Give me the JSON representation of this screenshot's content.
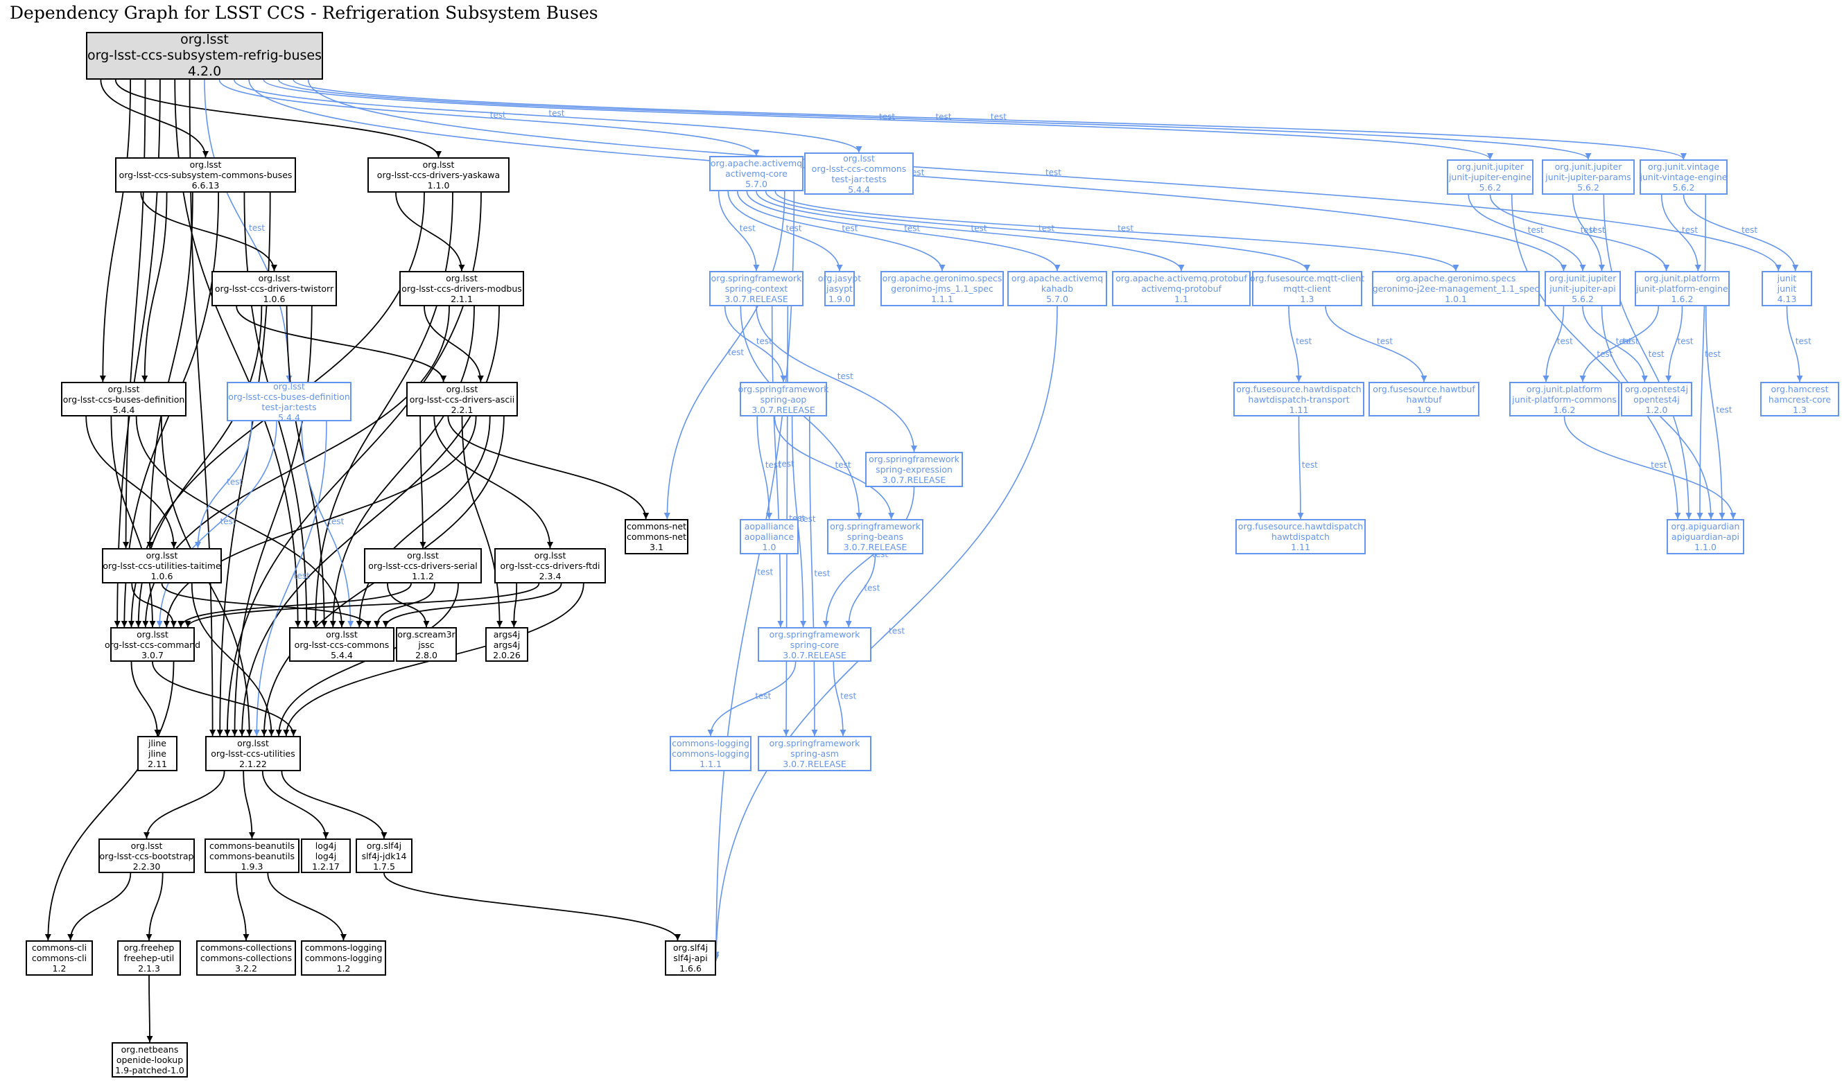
{
  "title": "Dependency Graph for LSST CCS - Refrigeration Subsystem Buses",
  "colors": {
    "compile": "#000000",
    "test": "#6495ed",
    "root_fill": "#dcdcdc"
  },
  "edge_label_test": "test",
  "nodes": [
    {
      "id": "root",
      "group": "org.lsst",
      "artifact": "org-lsst-ccs-subsystem-refrig-buses",
      "version": "4.2.0",
      "scope": "root"
    },
    {
      "id": "commons-buses",
      "group": "org.lsst",
      "artifact": "org-lsst-ccs-subsystem-commons-buses",
      "version": "6.6.13",
      "scope": "compile"
    },
    {
      "id": "yaskawa",
      "group": "org.lsst",
      "artifact": "org-lsst-ccs-drivers-yaskawa",
      "version": "1.1.0",
      "scope": "compile"
    },
    {
      "id": "twistorr",
      "group": "org.lsst",
      "artifact": "org-lsst-ccs-drivers-twistorr",
      "version": "1.0.6",
      "scope": "compile"
    },
    {
      "id": "modbus",
      "group": "org.lsst",
      "artifact": "org-lsst-ccs-drivers-modbus",
      "version": "2.1.1",
      "scope": "compile"
    },
    {
      "id": "buses-def",
      "group": "org.lsst",
      "artifact": "org-lsst-ccs-buses-definition",
      "version": "5.4.4",
      "scope": "compile"
    },
    {
      "id": "buses-def-test",
      "group": "org.lsst",
      "artifact": "org-lsst-ccs-buses-definition",
      "classifier": "test-jar:tests",
      "version": "5.4.4",
      "scope": "test"
    },
    {
      "id": "ascii",
      "group": "org.lsst",
      "artifact": "org-lsst-ccs-drivers-ascii",
      "version": "2.2.1",
      "scope": "compile"
    },
    {
      "id": "taitime",
      "group": "org.lsst",
      "artifact": "org-lsst-ccs-utilities-taitime",
      "version": "1.0.6",
      "scope": "compile"
    },
    {
      "id": "serial",
      "group": "org.lsst",
      "artifact": "org-lsst-ccs-drivers-serial",
      "version": "1.1.2",
      "scope": "compile"
    },
    {
      "id": "ftdi",
      "group": "org.lsst",
      "artifact": "org-lsst-ccs-drivers-ftdi",
      "version": "2.3.4",
      "scope": "compile"
    },
    {
      "id": "commons-net",
      "group": "commons-net",
      "artifact": "commons-net",
      "version": "3.1",
      "scope": "compile"
    },
    {
      "id": "command",
      "group": "org.lsst",
      "artifact": "org-lsst-ccs-command",
      "version": "3.0.7",
      "scope": "compile"
    },
    {
      "id": "ccs-commons",
      "group": "org.lsst",
      "artifact": "org-lsst-ccs-commons",
      "version": "5.4.4",
      "scope": "compile"
    },
    {
      "id": "jssc",
      "group": "org.scream3r",
      "artifact": "jssc",
      "version": "2.8.0",
      "scope": "compile"
    },
    {
      "id": "args4j",
      "group": "args4j",
      "artifact": "args4j",
      "version": "2.0.26",
      "scope": "compile"
    },
    {
      "id": "jline",
      "group": "jline",
      "artifact": "jline",
      "version": "2.11",
      "scope": "compile"
    },
    {
      "id": "utilities",
      "group": "org.lsst",
      "artifact": "org-lsst-ccs-utilities",
      "version": "2.1.22",
      "scope": "compile"
    },
    {
      "id": "bootstrap",
      "group": "org.lsst",
      "artifact": "org-lsst-ccs-bootstrap",
      "version": "2.2.30",
      "scope": "compile"
    },
    {
      "id": "beanutils",
      "group": "commons-beanutils",
      "artifact": "commons-beanutils",
      "version": "1.9.3",
      "scope": "compile"
    },
    {
      "id": "log4j",
      "group": "log4j",
      "artifact": "log4j",
      "version": "1.2.17",
      "scope": "compile"
    },
    {
      "id": "jdk14",
      "group": "org.slf4j",
      "artifact": "slf4j-jdk14",
      "version": "1.7.5",
      "scope": "compile"
    },
    {
      "id": "commons-cli",
      "group": "commons-cli",
      "artifact": "commons-cli",
      "version": "1.2",
      "scope": "compile"
    },
    {
      "id": "freehep",
      "group": "org.freehep",
      "artifact": "freehep-util",
      "version": "2.1.3",
      "scope": "compile"
    },
    {
      "id": "collections",
      "group": "commons-collections",
      "artifact": "commons-collections",
      "version": "3.2.2",
      "scope": "compile"
    },
    {
      "id": "logging12",
      "group": "commons-logging",
      "artifact": "commons-logging",
      "version": "1.2",
      "scope": "compile"
    },
    {
      "id": "slf4j-api",
      "group": "org.slf4j",
      "artifact": "slf4j-api",
      "version": "1.6.6",
      "scope": "compile"
    },
    {
      "id": "netbeans",
      "group": "org.netbeans",
      "artifact": "openide-lookup",
      "version": "1.9-patched-1.0",
      "scope": "compile"
    },
    {
      "id": "activemq-core",
      "group": "org.apache.activemq",
      "artifact": "activemq-core",
      "version": "5.7.0",
      "scope": "test"
    },
    {
      "id": "ccs-commons-test",
      "group": "org.lsst",
      "artifact": "org-lsst-ccs-commons",
      "classifier": "test-jar:tests",
      "version": "5.4.4",
      "scope": "test"
    },
    {
      "id": "spring-context",
      "group": "org.springframework",
      "artifact": "spring-context",
      "version": "3.0.7.RELEASE",
      "scope": "test"
    },
    {
      "id": "jasypt",
      "group": "org.jasypt",
      "artifact": "jasypt",
      "version": "1.9.0",
      "scope": "test"
    },
    {
      "id": "geronimo-jms",
      "group": "org.apache.geronimo.specs",
      "artifact": "geronimo-jms_1.1_spec",
      "version": "1.1.1",
      "scope": "test"
    },
    {
      "id": "kahadb",
      "group": "org.apache.activemq",
      "artifact": "kahadb",
      "version": "5.7.0",
      "scope": "test"
    },
    {
      "id": "protobuf",
      "group": "org.apache.activemq.protobuf",
      "artifact": "activemq-protobuf",
      "version": "1.1",
      "scope": "test"
    },
    {
      "id": "mqtt-client",
      "group": "org.fusesource.mqtt-client",
      "artifact": "mqtt-client",
      "version": "1.3",
      "scope": "test"
    },
    {
      "id": "j2ee-mgmt",
      "group": "org.apache.geronimo.specs",
      "artifact": "geronimo-j2ee-management_1.1_spec",
      "version": "1.0.1",
      "scope": "test"
    },
    {
      "id": "jupiter-api",
      "group": "org.junit.jupiter",
      "artifact": "junit-jupiter-api",
      "version": "5.6.2",
      "scope": "test"
    },
    {
      "id": "platform-engine",
      "group": "org.junit.platform",
      "artifact": "junit-platform-engine",
      "version": "1.6.2",
      "scope": "test"
    },
    {
      "id": "junit",
      "group": "junit",
      "artifact": "junit",
      "version": "4.13",
      "scope": "test"
    },
    {
      "id": "jupiter-engine",
      "group": "org.junit.jupiter",
      "artifact": "junit-jupiter-engine",
      "version": "5.6.2",
      "scope": "test"
    },
    {
      "id": "jupiter-params",
      "group": "org.junit.jupiter",
      "artifact": "junit-jupiter-params",
      "version": "5.6.2",
      "scope": "test"
    },
    {
      "id": "vintage-engine",
      "group": "org.junit.vintage",
      "artifact": "junit-vintage-engine",
      "version": "5.6.2",
      "scope": "test"
    },
    {
      "id": "spring-aop",
      "group": "org.springframework",
      "artifact": "spring-aop",
      "version": "3.0.7.RELEASE",
      "scope": "test"
    },
    {
      "id": "spring-expression",
      "group": "org.springframework",
      "artifact": "spring-expression",
      "version": "3.0.7.RELEASE",
      "scope": "test"
    },
    {
      "id": "aopalliance",
      "group": "aopalliance",
      "artifact": "aopalliance",
      "version": "1.0",
      "scope": "test"
    },
    {
      "id": "spring-beans",
      "group": "org.springframework",
      "artifact": "spring-beans",
      "version": "3.0.7.RELEASE",
      "scope": "test"
    },
    {
      "id": "hawtdispatch-transport",
      "group": "org.fusesource.hawtdispatch",
      "artifact": "hawtdispatch-transport",
      "version": "1.11",
      "scope": "test"
    },
    {
      "id": "hawtbuf",
      "group": "org.fusesource.hawtbuf",
      "artifact": "hawtbuf",
      "version": "1.9",
      "scope": "test"
    },
    {
      "id": "platform-commons",
      "group": "org.junit.platform",
      "artifact": "junit-platform-commons",
      "version": "1.6.2",
      "scope": "test"
    },
    {
      "id": "opentest4j",
      "group": "org.opentest4j",
      "artifact": "opentest4j",
      "version": "1.2.0",
      "scope": "test"
    },
    {
      "id": "hamcrest",
      "group": "org.hamcrest",
      "artifact": "hamcrest-core",
      "version": "1.3",
      "scope": "test"
    },
    {
      "id": "hawtdispatch",
      "group": "org.fusesource.hawtdispatch",
      "artifact": "hawtdispatch",
      "version": "1.11",
      "scope": "test"
    },
    {
      "id": "apiguardian",
      "group": "org.apiguardian",
      "artifact": "apiguardian-api",
      "version": "1.1.0",
      "scope": "test"
    },
    {
      "id": "spring-core",
      "group": "org.springframework",
      "artifact": "spring-core",
      "version": "3.0.7.RELEASE",
      "scope": "test"
    },
    {
      "id": "logging111",
      "group": "commons-logging",
      "artifact": "commons-logging",
      "version": "1.1.1",
      "scope": "test"
    },
    {
      "id": "spring-asm",
      "group": "org.springframework",
      "artifact": "spring-asm",
      "version": "3.0.7.RELEASE",
      "scope": "test"
    }
  ],
  "edges": [
    {
      "from": "root",
      "to": "commons-buses",
      "scope": "compile"
    },
    {
      "from": "root",
      "to": "yaskawa",
      "scope": "compile"
    },
    {
      "from": "root",
      "to": "buses-def",
      "scope": "compile"
    },
    {
      "from": "root",
      "to": "taitime",
      "scope": "compile"
    },
    {
      "from": "root",
      "to": "command",
      "scope": "compile"
    },
    {
      "from": "root",
      "to": "ccs-commons",
      "scope": "compile"
    },
    {
      "from": "root",
      "to": "utilities",
      "scope": "compile"
    },
    {
      "from": "root",
      "to": "buses-def-test",
      "scope": "test"
    },
    {
      "from": "root",
      "to": "activemq-core",
      "scope": "test"
    },
    {
      "from": "root",
      "to": "ccs-commons-test",
      "scope": "test"
    },
    {
      "from": "root",
      "to": "jupiter-api",
      "scope": "test"
    },
    {
      "from": "root",
      "to": "jupiter-engine",
      "scope": "test"
    },
    {
      "from": "root",
      "to": "jupiter-params",
      "scope": "test"
    },
    {
      "from": "root",
      "to": "vintage-engine",
      "scope": "test"
    },
    {
      "from": "root",
      "to": "junit",
      "scope": "test"
    },
    {
      "from": "commons-buses",
      "to": "twistorr",
      "scope": "compile"
    },
    {
      "from": "commons-buses",
      "to": "buses-def",
      "scope": "compile"
    },
    {
      "from": "commons-buses",
      "to": "taitime",
      "scope": "compile"
    },
    {
      "from": "commons-buses",
      "to": "command",
      "scope": "compile"
    },
    {
      "from": "commons-buses",
      "to": "ccs-commons",
      "scope": "compile"
    },
    {
      "from": "commons-buses",
      "to": "utilities",
      "scope": "compile"
    },
    {
      "from": "yaskawa",
      "to": "modbus",
      "scope": "compile"
    },
    {
      "from": "yaskawa",
      "to": "command",
      "scope": "compile"
    },
    {
      "from": "yaskawa",
      "to": "ccs-commons",
      "scope": "compile"
    },
    {
      "from": "yaskawa",
      "to": "utilities",
      "scope": "compile"
    },
    {
      "from": "twistorr",
      "to": "ascii",
      "scope": "compile"
    },
    {
      "from": "twistorr",
      "to": "command",
      "scope": "compile"
    },
    {
      "from": "twistorr",
      "to": "ccs-commons",
      "scope": "compile"
    },
    {
      "from": "twistorr",
      "to": "utilities",
      "scope": "compile"
    },
    {
      "from": "modbus",
      "to": "ascii",
      "scope": "compile"
    },
    {
      "from": "modbus",
      "to": "command",
      "scope": "compile"
    },
    {
      "from": "modbus",
      "to": "ccs-commons",
      "scope": "compile"
    },
    {
      "from": "modbus",
      "to": "utilities",
      "scope": "compile"
    },
    {
      "from": "buses-def",
      "to": "taitime",
      "scope": "compile"
    },
    {
      "from": "buses-def",
      "to": "command",
      "scope": "compile"
    },
    {
      "from": "buses-def",
      "to": "ccs-commons",
      "scope": "compile"
    },
    {
      "from": "buses-def",
      "to": "utilities",
      "scope": "compile"
    },
    {
      "from": "buses-def-test",
      "to": "taitime",
      "scope": "test"
    },
    {
      "from": "buses-def-test",
      "to": "command",
      "scope": "test"
    },
    {
      "from": "buses-def-test",
      "to": "ccs-commons",
      "scope": "test"
    },
    {
      "from": "buses-def-test",
      "to": "utilities",
      "scope": "test"
    },
    {
      "from": "ascii",
      "to": "serial",
      "scope": "compile"
    },
    {
      "from": "ascii",
      "to": "ftdi",
      "scope": "compile"
    },
    {
      "from": "ascii",
      "to": "commons-net",
      "scope": "compile"
    },
    {
      "from": "ascii",
      "to": "args4j",
      "scope": "compile"
    },
    {
      "from": "ascii",
      "to": "command",
      "scope": "compile"
    },
    {
      "from": "ascii",
      "to": "ccs-commons",
      "scope": "compile"
    },
    {
      "from": "ascii",
      "to": "utilities",
      "scope": "compile"
    },
    {
      "from": "taitime",
      "to": "command",
      "scope": "compile"
    },
    {
      "from": "taitime",
      "to": "ccs-commons",
      "scope": "compile"
    },
    {
      "from": "taitime",
      "to": "utilities",
      "scope": "compile"
    },
    {
      "from": "serial",
      "to": "jssc",
      "scope": "compile"
    },
    {
      "from": "serial",
      "to": "command",
      "scope": "compile"
    },
    {
      "from": "serial",
      "to": "ccs-commons",
      "scope": "compile"
    },
    {
      "from": "serial",
      "to": "utilities",
      "scope": "compile"
    },
    {
      "from": "ftdi",
      "to": "args4j",
      "scope": "compile"
    },
    {
      "from": "ftdi",
      "to": "command",
      "scope": "compile"
    },
    {
      "from": "ftdi",
      "to": "ccs-commons",
      "scope": "compile"
    },
    {
      "from": "ftdi",
      "to": "utilities",
      "scope": "compile"
    },
    {
      "from": "command",
      "to": "jline",
      "scope": "compile"
    },
    {
      "from": "command",
      "to": "utilities",
      "scope": "compile"
    },
    {
      "from": "command",
      "to": "commons-cli",
      "scope": "compile"
    },
    {
      "from": "utilities",
      "to": "bootstrap",
      "scope": "compile"
    },
    {
      "from": "utilities",
      "to": "beanutils",
      "scope": "compile"
    },
    {
      "from": "utilities",
      "to": "log4j",
      "scope": "compile"
    },
    {
      "from": "utilities",
      "to": "jdk14",
      "scope": "compile"
    },
    {
      "from": "bootstrap",
      "to": "commons-cli",
      "scope": "compile"
    },
    {
      "from": "bootstrap",
      "to": "freehep",
      "scope": "compile"
    },
    {
      "from": "beanutils",
      "to": "collections",
      "scope": "compile"
    },
    {
      "from": "beanutils",
      "to": "logging12",
      "scope": "compile"
    },
    {
      "from": "jdk14",
      "to": "slf4j-api",
      "scope": "compile"
    },
    {
      "from": "freehep",
      "to": "netbeans",
      "scope": "compile"
    },
    {
      "from": "activemq-core",
      "to": "spring-context",
      "scope": "test"
    },
    {
      "from": "activemq-core",
      "to": "jasypt",
      "scope": "test"
    },
    {
      "from": "activemq-core",
      "to": "geronimo-jms",
      "scope": "test"
    },
    {
      "from": "activemq-core",
      "to": "kahadb",
      "scope": "test"
    },
    {
      "from": "activemq-core",
      "to": "protobuf",
      "scope": "test"
    },
    {
      "from": "activemq-core",
      "to": "mqtt-client",
      "scope": "test"
    },
    {
      "from": "activemq-core",
      "to": "j2ee-mgmt",
      "scope": "test"
    },
    {
      "from": "activemq-core",
      "to": "commons-net",
      "scope": "test"
    },
    {
      "from": "activemq-core",
      "to": "slf4j-api",
      "scope": "test"
    },
    {
      "from": "kahadb",
      "to": "slf4j-api",
      "scope": "test"
    },
    {
      "from": "spring-context",
      "to": "spring-aop",
      "scope": "test"
    },
    {
      "from": "spring-context",
      "to": "spring-beans",
      "scope": "test"
    },
    {
      "from": "spring-context",
      "to": "spring-expression",
      "scope": "test"
    },
    {
      "from": "spring-context",
      "to": "spring-core",
      "scope": "test"
    },
    {
      "from": "spring-context",
      "to": "spring-asm",
      "scope": "test"
    },
    {
      "from": "spring-aop",
      "to": "aopalliance",
      "scope": "test"
    },
    {
      "from": "spring-aop",
      "to": "spring-beans",
      "scope": "test"
    },
    {
      "from": "spring-aop",
      "to": "spring-core",
      "scope": "test"
    },
    {
      "from": "spring-aop",
      "to": "spring-asm",
      "scope": "test"
    },
    {
      "from": "spring-expression",
      "to": "spring-core",
      "scope": "test"
    },
    {
      "from": "spring-beans",
      "to": "spring-core",
      "scope": "test"
    },
    {
      "from": "spring-core",
      "to": "logging111",
      "scope": "test"
    },
    {
      "from": "spring-core",
      "to": "spring-asm",
      "scope": "test"
    },
    {
      "from": "mqtt-client",
      "to": "hawtdispatch-transport",
      "scope": "test"
    },
    {
      "from": "mqtt-client",
      "to": "hawtbuf",
      "scope": "test"
    },
    {
      "from": "hawtdispatch-transport",
      "to": "hawtdispatch",
      "scope": "test"
    },
    {
      "from": "jupiter-engine",
      "to": "jupiter-api",
      "scope": "test"
    },
    {
      "from": "jupiter-engine",
      "to": "platform-engine",
      "scope": "test"
    },
    {
      "from": "jupiter-engine",
      "to": "apiguardian",
      "scope": "test"
    },
    {
      "from": "jupiter-params",
      "to": "jupiter-api",
      "scope": "test"
    },
    {
      "from": "jupiter-params",
      "to": "apiguardian",
      "scope": "test"
    },
    {
      "from": "vintage-engine",
      "to": "platform-engine",
      "scope": "test"
    },
    {
      "from": "vintage-engine",
      "to": "junit",
      "scope": "test"
    },
    {
      "from": "vintage-engine",
      "to": "apiguardian",
      "scope": "test"
    },
    {
      "from": "jupiter-api",
      "to": "platform-commons",
      "scope": "test"
    },
    {
      "from": "jupiter-api",
      "to": "opentest4j",
      "scope": "test"
    },
    {
      "from": "jupiter-api",
      "to": "apiguardian",
      "scope": "test"
    },
    {
      "from": "platform-engine",
      "to": "platform-commons",
      "scope": "test"
    },
    {
      "from": "platform-engine",
      "to": "opentest4j",
      "scope": "test"
    },
    {
      "from": "platform-engine",
      "to": "apiguardian",
      "scope": "test"
    },
    {
      "from": "platform-commons",
      "to": "apiguardian",
      "scope": "test"
    },
    {
      "from": "junit",
      "to": "hamcrest",
      "scope": "test"
    }
  ]
}
